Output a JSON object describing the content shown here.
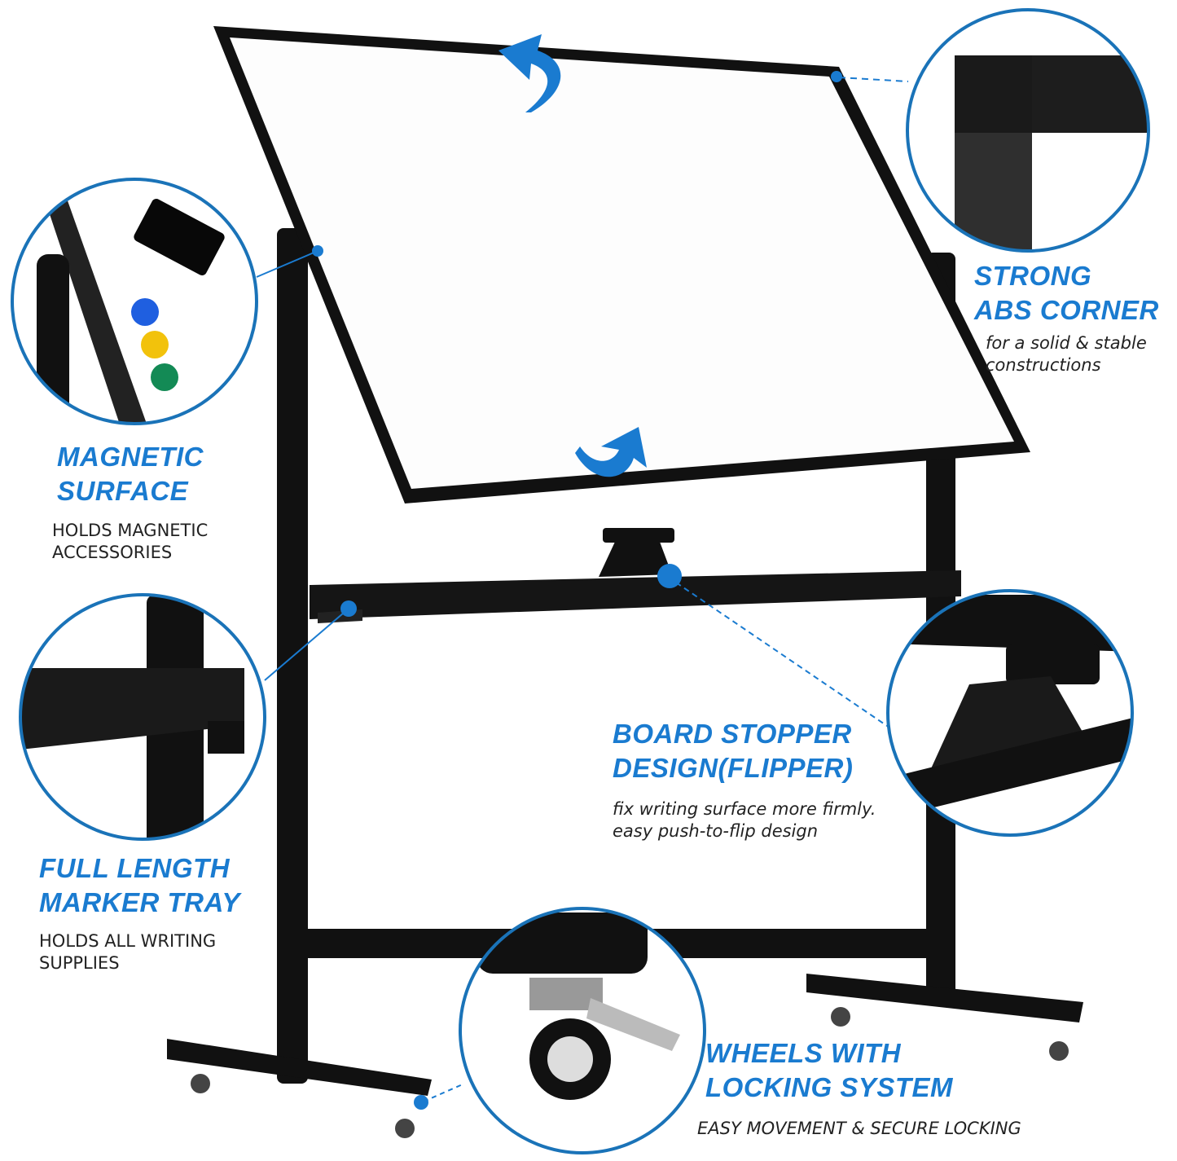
{
  "colors": {
    "accent": "#1a7bd0",
    "frame": "#111111",
    "text": "#222222"
  },
  "features": [
    {
      "id": "abs-corner",
      "title": [
        "STRONG",
        "ABS CORNER"
      ],
      "subtitle": [
        "for a solid & stable",
        "constructions"
      ]
    },
    {
      "id": "magnetic-surface",
      "title": [
        "MAGNETIC",
        "SURFACE"
      ],
      "subtitle": [
        "HOLDS MAGNETIC",
        "ACCESSORIES"
      ]
    },
    {
      "id": "board-stopper",
      "title": [
        "BOARD STOPPER",
        "DESIGN(FLIPPER)"
      ],
      "subtitle": [
        "fix writing surface more firmly.",
        "easy push-to-flip design"
      ]
    },
    {
      "id": "marker-tray",
      "title": [
        "FULL LENGTH",
        "MARKER TRAY"
      ],
      "subtitle": [
        "HOLDS ALL WRITING",
        "SUPPLIES"
      ]
    },
    {
      "id": "wheels",
      "title": [
        "WHEELS WITH",
        "LOCKING SYSTEM"
      ],
      "subtitle": [
        "EASY MOVEMENT & SECURE LOCKING"
      ]
    }
  ],
  "magnets": [
    "#1f5fe0",
    "#f2c20c",
    "#138a55"
  ],
  "icons": [
    "rotate-arrow-top",
    "rotate-arrow-bottom"
  ]
}
